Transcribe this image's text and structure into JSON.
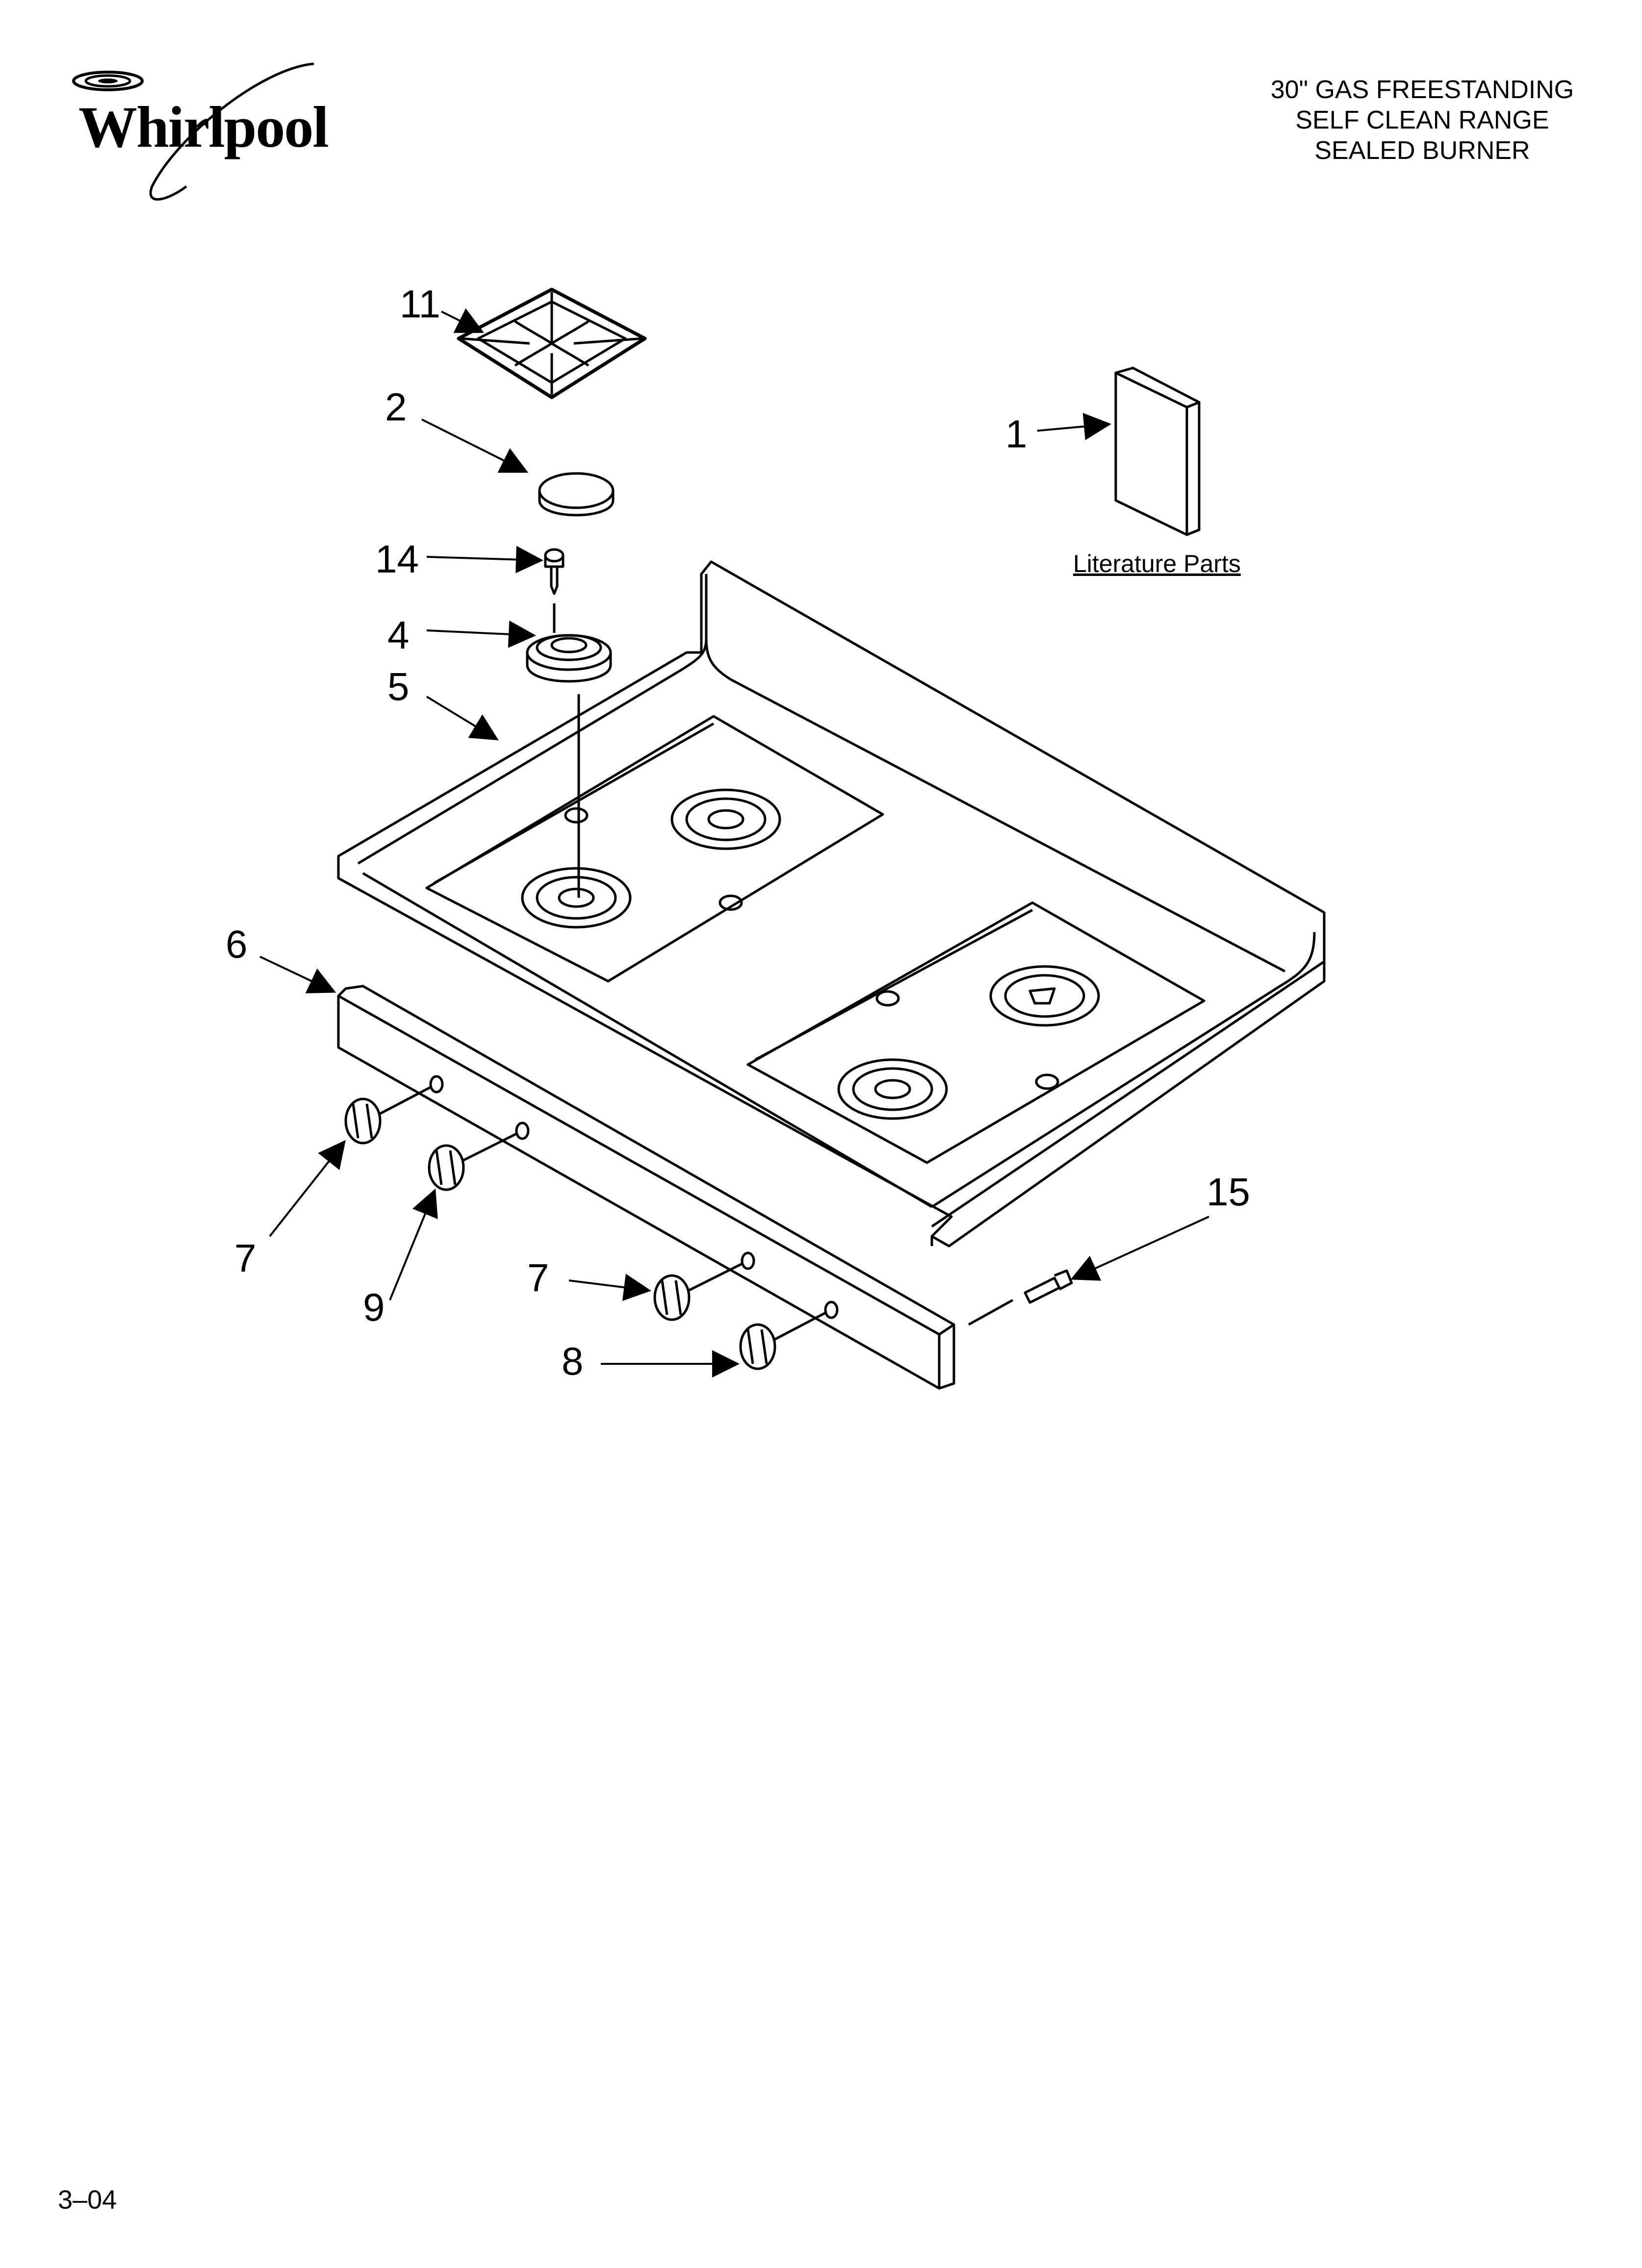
{
  "brand": {
    "logo_text": "Whirlpool"
  },
  "header": {
    "title_lines": [
      "30\" GAS FREESTANDING",
      "SELF CLEAN RANGE",
      "SEALED BURNER"
    ]
  },
  "diagram": {
    "literature_label": "Literature Parts",
    "callouts": {
      "c11": "11",
      "c2": "2",
      "c14": "14",
      "c4": "4",
      "c5": "5",
      "c1": "1",
      "c6": "6",
      "c7a": "7",
      "c9": "9",
      "c7b": "7",
      "c8": "8",
      "c15": "15"
    },
    "parts": [
      "grate",
      "burner-cap",
      "screw",
      "burner-base",
      "cooktop",
      "literature",
      "control-panel",
      "knob",
      "knob",
      "knob",
      "knob",
      "side-screw"
    ]
  },
  "footer": {
    "code": "3–04"
  }
}
